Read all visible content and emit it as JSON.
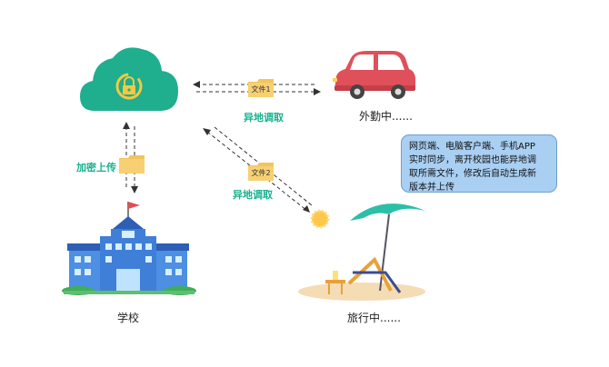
{
  "labels": {
    "remote_access_1": "异地调取",
    "remote_access_2": "异地调取",
    "encrypted_upload": "加密上传",
    "school": "学校",
    "out_of_office": "外勤中......",
    "traveling": "旅行中......"
  },
  "files": {
    "file1": "文件1",
    "file2": "文件2"
  },
  "note": {
    "line1": "网页端、电脑客户端、手机APP",
    "line2": "实时同步，离开校园也能异地调",
    "line3": "取所需文件，修改后自动生成新",
    "line4": "版本并上传"
  },
  "colors": {
    "cloud": "#1fae8e",
    "accent_text": "#18b18f",
    "car": "#e0505a",
    "folder": "#f4c45a",
    "note_bg": "#a9cff3",
    "school_blue": "#3f7fd8",
    "umbrella": "#2bbfa8"
  },
  "icons": [
    "cloud-lock-icon",
    "car-icon",
    "school-building-icon",
    "beach-chair-icon",
    "sun-icon",
    "folder-icon"
  ]
}
